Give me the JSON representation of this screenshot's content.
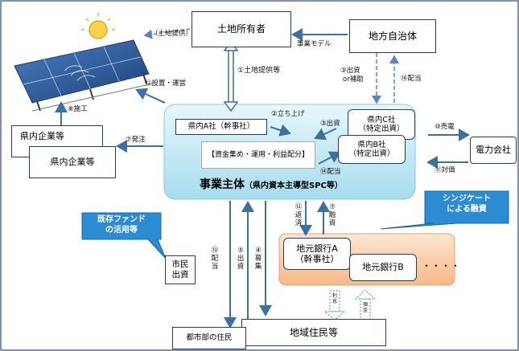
{
  "nodes": {
    "land_owner": "土地所有者",
    "local_gov": "地方自治体",
    "pref_company_back": "県内企業等",
    "pref_company_front": "県内企業等",
    "power_company": "電力会社",
    "company_a": "県内A社（幹事社）",
    "fund_box": "【資金集め・運用・利益配分】",
    "company_c": "県内C社\n（特定出資）",
    "company_b": "県内B社\n（特定出資）",
    "business_entity_main": "事業主体",
    "business_entity_sub": "（県内資本主導型SPC等）",
    "citizen_invest": "市民\n出資",
    "bank_a": "地元銀行A\n（幹事社）",
    "bank_b": "地元銀行B",
    "bank_dots": "・・・・",
    "local_residents": "地域住民等",
    "urban_residents": "都市部の住民"
  },
  "flows": {
    "land_provision_paren": "（土地提供）",
    "business_model": "事業モデル",
    "f1": "①土地提供等",
    "f2": "②立ち上げ",
    "f3_left": "③出資",
    "f3_top": "③出資",
    "f3_top_sub": "or補助",
    "f14_top": "⑭配当",
    "f14_mid": "⑭配当",
    "f12": "⑫設置・運営",
    "f8": "⑧施工",
    "f7_order": "⑦発注",
    "f10": "⑩売電",
    "f11": "⑪対価",
    "f12_v": "⑫返済",
    "f7_v": "⑦融資",
    "f13_v": "⑬配当",
    "f5_v": "⑤出資",
    "f4_v": "④募集",
    "interest": "利息",
    "deposit": "預金"
  },
  "callouts": {
    "existing_fund": "既存ファンド\nの活用等",
    "syndicate": "シンジケート\nによる融資"
  }
}
